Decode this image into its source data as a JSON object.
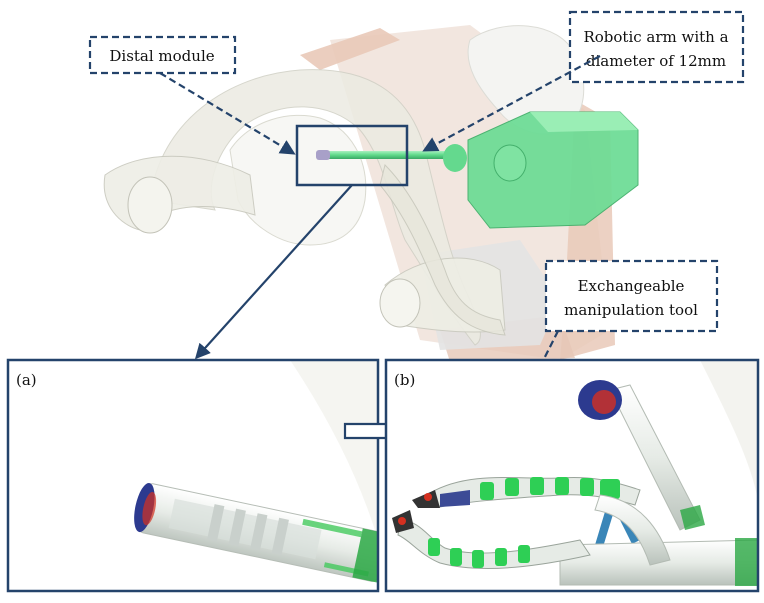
{
  "callouts": {
    "distal_module": "Distal module",
    "robotic_arm_line1": "Robotic arm with a",
    "robotic_arm_line2": "diameter of 12mm",
    "tool_line1": "Exchangeable",
    "tool_line2": "manipulation tool"
  },
  "panels": {
    "a_label": "(a)",
    "b_label": "(b)"
  },
  "colors": {
    "frame": "#24436b",
    "arm_green": "#5fd98a",
    "tool_green": "#22c94a",
    "anatomy": "#f0efe6",
    "skin": "#e9c9b8",
    "cap_blue": "#2c3a8f",
    "tip_red": "#d43020"
  }
}
